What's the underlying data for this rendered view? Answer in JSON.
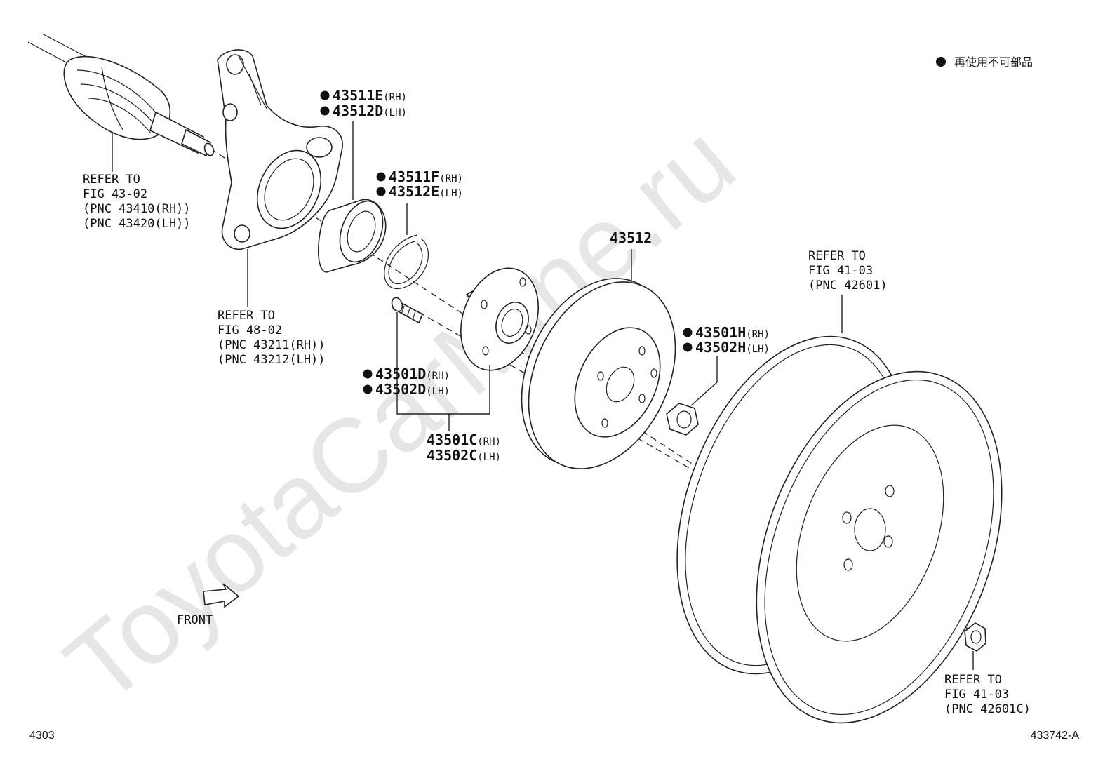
{
  "legend": {
    "text": "再使用不可部品"
  },
  "watermark": "ToyotaCarMine.ru",
  "page_number": "4303",
  "figure_id": "433742-A",
  "front_label": "FRONT",
  "refs": {
    "driveshaft": [
      "REFER TO",
      "FIG 43-02",
      "(PNC 43410(RH))",
      "(PNC 43420(LH))"
    ],
    "knuckle": [
      "REFER TO",
      "FIG 48-02",
      "(PNC 43211(RH))",
      "(PNC 43212(LH))"
    ],
    "wheel": [
      "REFER TO",
      "FIG 41-03",
      "(PNC 42601)"
    ],
    "wheel_nut": [
      "REFER TO",
      "FIG 41-03",
      "(PNC 42601C)"
    ]
  },
  "parts": {
    "bearing_rh": {
      "pn": "43511E",
      "side": "(RH)"
    },
    "bearing_lh": {
      "pn": "43512D",
      "side": "(LH)"
    },
    "snap_rh": {
      "pn": "43511F",
      "side": "(RH)"
    },
    "snap_lh": {
      "pn": "43512E",
      "side": "(LH)"
    },
    "stud_rh": {
      "pn": "43501D",
      "side": "(RH)"
    },
    "stud_lh": {
      "pn": "43502D",
      "side": "(LH)"
    },
    "hub_rh": {
      "pn": "43501C",
      "side": "(RH)"
    },
    "hub_lh": {
      "pn": "43502C",
      "side": "(LH)"
    },
    "nut_rh": {
      "pn": "43501H",
      "side": "(RH)"
    },
    "nut_lh": {
      "pn": "43502H",
      "side": "(LH)"
    },
    "disc": {
      "pn": "43512"
    }
  }
}
